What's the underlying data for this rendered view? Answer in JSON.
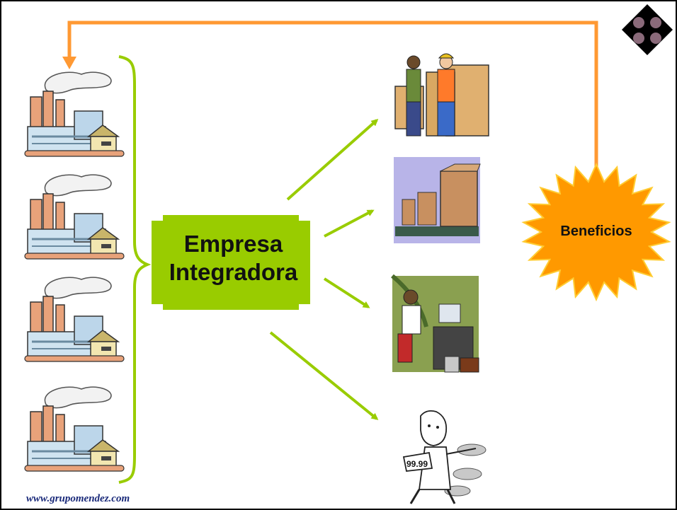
{
  "diagram": {
    "center_box": {
      "line1": "Empresa",
      "line2": "Integradora"
    },
    "benefit_label": "Beneficios",
    "footer_url": "www.grupomendez.com",
    "colors": {
      "green": "#99cc00",
      "orange": "#ff9933",
      "burst": "#ff9900"
    },
    "factories_count": 4,
    "outputs": [
      "workers-with-boxes-image",
      "conveyor-boxes-image",
      "office-worker-image",
      "salesman-cars-image"
    ]
  }
}
